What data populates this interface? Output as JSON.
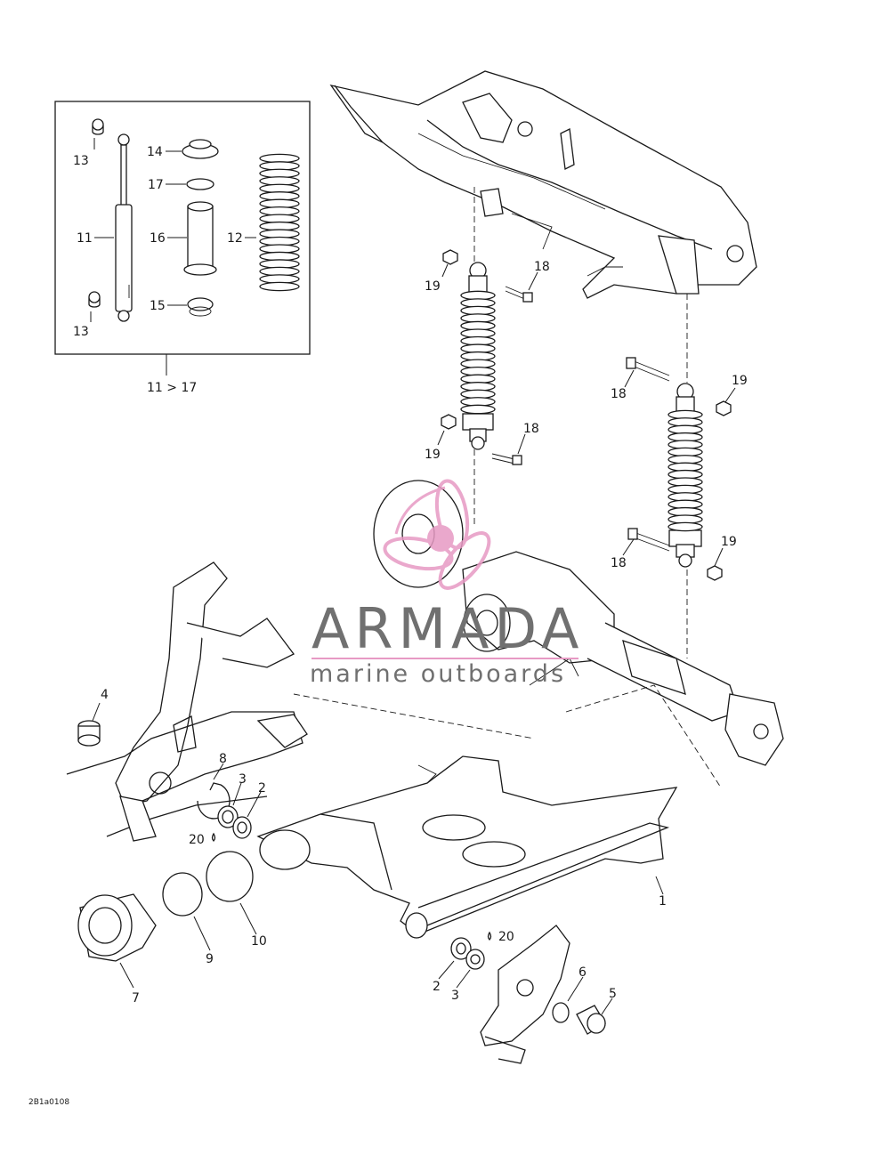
{
  "diagram": {
    "kit_label": "11 > 17",
    "drawing_code": "2B1a0108",
    "callouts": {
      "c1": "1",
      "c2a": "2",
      "c2b": "2",
      "c3a": "3",
      "c3b": "3",
      "c4": "4",
      "c5": "5",
      "c6": "6",
      "c7": "7",
      "c8": "8",
      "c9": "9",
      "c10": "10",
      "c11": "11",
      "c12": "12",
      "c13a": "13",
      "c13b": "13",
      "c14": "14",
      "c15": "15",
      "c16": "16",
      "c17": "17",
      "c18a": "18",
      "c18b": "18",
      "c18c": "18",
      "c18d": "18",
      "c19a": "19",
      "c19b": "19",
      "c19c": "19",
      "c19d": "19",
      "c20a": "20",
      "c20b": "20"
    }
  },
  "watermark": {
    "title": "ARMADA",
    "subtitle": "marine outboards",
    "colors": {
      "logo": "#e79ac4",
      "text": "#707070"
    }
  },
  "colors": {
    "line": "#1a1a1a",
    "background": "#ffffff"
  }
}
